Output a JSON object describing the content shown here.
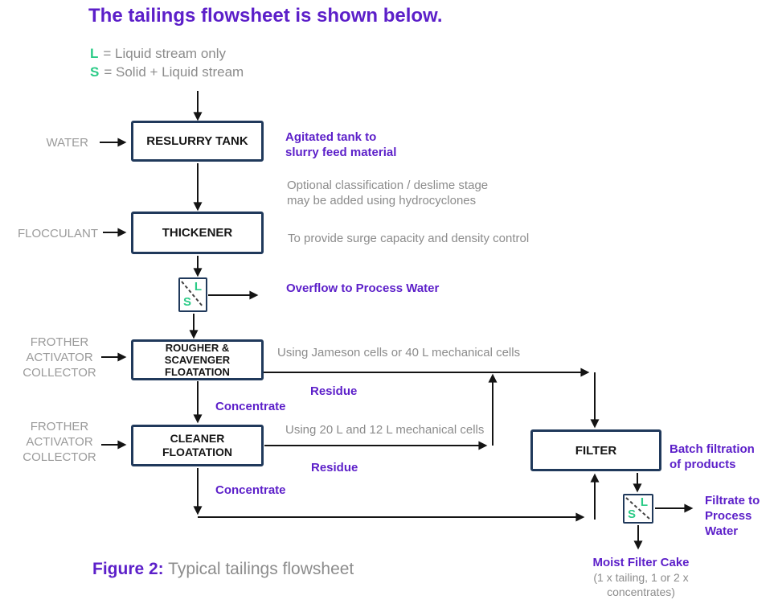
{
  "title": "The tailings flowsheet is shown below.",
  "legend": {
    "liquid": {
      "key": "L",
      "rest": "= Liquid stream only"
    },
    "solid": {
      "key": "S",
      "rest": "= Solid + Liquid stream"
    }
  },
  "streams": {
    "water": "WATER",
    "flocculant": "FLOCCULANT",
    "reagents": {
      "line1": "FROTHER",
      "line2": "ACTIVATOR",
      "line3": "COLLECTOR"
    }
  },
  "units": {
    "reslurry": "RESLURRY TANK",
    "thickener": "THICKENER",
    "rougher": {
      "line1": "ROUGHER &",
      "line2": "SCAVENGER",
      "line3": "FLOATATION"
    },
    "cleaner": {
      "line1": "CLEANER",
      "line2": "FLOATATION"
    },
    "filter": "FILTER"
  },
  "separators": {
    "liquid_label": "L",
    "solid_label": "S"
  },
  "annotations": {
    "reslurry_note": {
      "line1": "Agitated tank to",
      "line2": "slurry feed material"
    },
    "optional_note": {
      "line1": "Optional classification / deslime stage",
      "line2": "may be added using hydrocyclones"
    },
    "thickener_note": "To provide surge capacity and density control",
    "overflow": "Overflow to Process Water",
    "rougher_note": "Using Jameson cells or 40 L mechanical cells",
    "residue1": "Residue",
    "concentrate1": "Concentrate",
    "cleaner_note": "Using 20 L and 12 L mechanical cells",
    "residue2": "Residue",
    "concentrate2": "Concentrate",
    "filter_note": {
      "line1": "Batch filtration",
      "line2": "of products"
    },
    "filtrate": {
      "line1": "Filtrate to",
      "line2": "Process",
      "line3": "Water"
    },
    "moist_cake": "Moist Filter Cake",
    "moist_cake_sub": {
      "line1": "(1 x tailing, 1 or 2 x",
      "line2": "concentrates)"
    }
  },
  "caption": {
    "label": "Figure 2:",
    "text": "Typical tailings flowsheet"
  },
  "colors": {
    "purple": "#5c1fc9",
    "green": "#2bcb87",
    "navy": "#20395b",
    "gray": "#8c8c8c",
    "graylight": "#9a9a9a",
    "ink": "#141414"
  }
}
